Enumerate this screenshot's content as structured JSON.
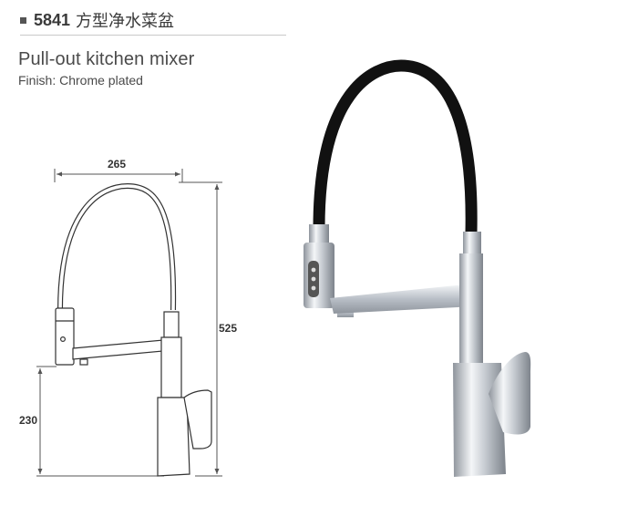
{
  "header": {
    "model_code": "5841",
    "chinese_title": "方型净水菜盆"
  },
  "product": {
    "name": "Pull-out kitchen mixer",
    "finish": "Finish: Chrome plated"
  },
  "dimensions": {
    "width": "265",
    "height": "525",
    "spout_height": "230"
  },
  "colors": {
    "hose": "#111111",
    "chrome_dark": "#8e949c",
    "chrome_light": "#f4f6f8",
    "line": "#555555"
  }
}
